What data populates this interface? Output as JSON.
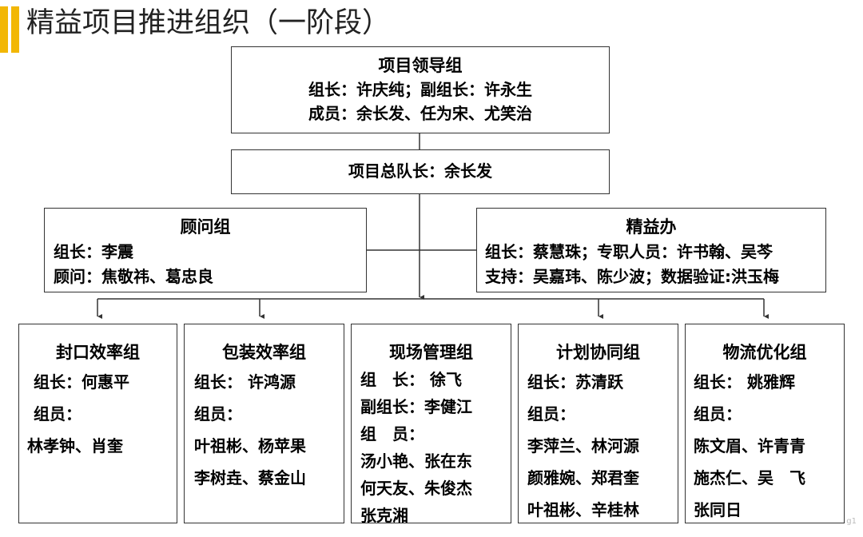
{
  "title": "精益项目推进组织（一阶段）",
  "leadership": {
    "name": "项目领导组",
    "line1": "组长：许庆纯；副组长：许永生",
    "line2": "成员：余长发、任为宋、尤笑治"
  },
  "captain": {
    "line1": "项目总队长：余长发"
  },
  "advisor": {
    "name": "顾问组",
    "line1": "组长：李震",
    "line2": "顾问：焦敬祎、葛忠良"
  },
  "lean_office": {
    "name": "精益办",
    "line1": "组长：蔡慧珠；专职人员：许书翰、吴芩",
    "line2": "支持：吴嘉玮、陈少波；数据验证:洪玉梅"
  },
  "groups": [
    {
      "name": "封口效率组",
      "lines": [
        "组长：何惠平",
        "组员：",
        "林孝钟、肖奎"
      ]
    },
    {
      "name": "包装效率组",
      "lines": [
        "组长： 许鸿源",
        "组员：",
        "叶祖彬、杨苹果",
        "李树垚、蔡金山"
      ]
    },
    {
      "name": "现场管理组",
      "lines": [
        "组　长： 徐飞",
        "副组长：李健江",
        "组　员：",
        "汤小艳、张在东",
        "何天友、朱俊杰",
        "张克湘"
      ]
    },
    {
      "name": "计划协同组",
      "lines": [
        "组长：苏清跃",
        "组员：",
        "李萍兰、林河源",
        "颜雅婉、郑君奎",
        "叶祖彬、辛桂林"
      ]
    },
    {
      "name": "物流优化组",
      "lines": [
        "组长： 姚雅辉",
        "组员：",
        "陈文眉、许青青",
        "施杰仁、吴　飞",
        "张同日"
      ]
    }
  ],
  "page_mark": "g1",
  "colors": {
    "accent": "#f2b705",
    "border": "#333333",
    "text": "#000000"
  }
}
